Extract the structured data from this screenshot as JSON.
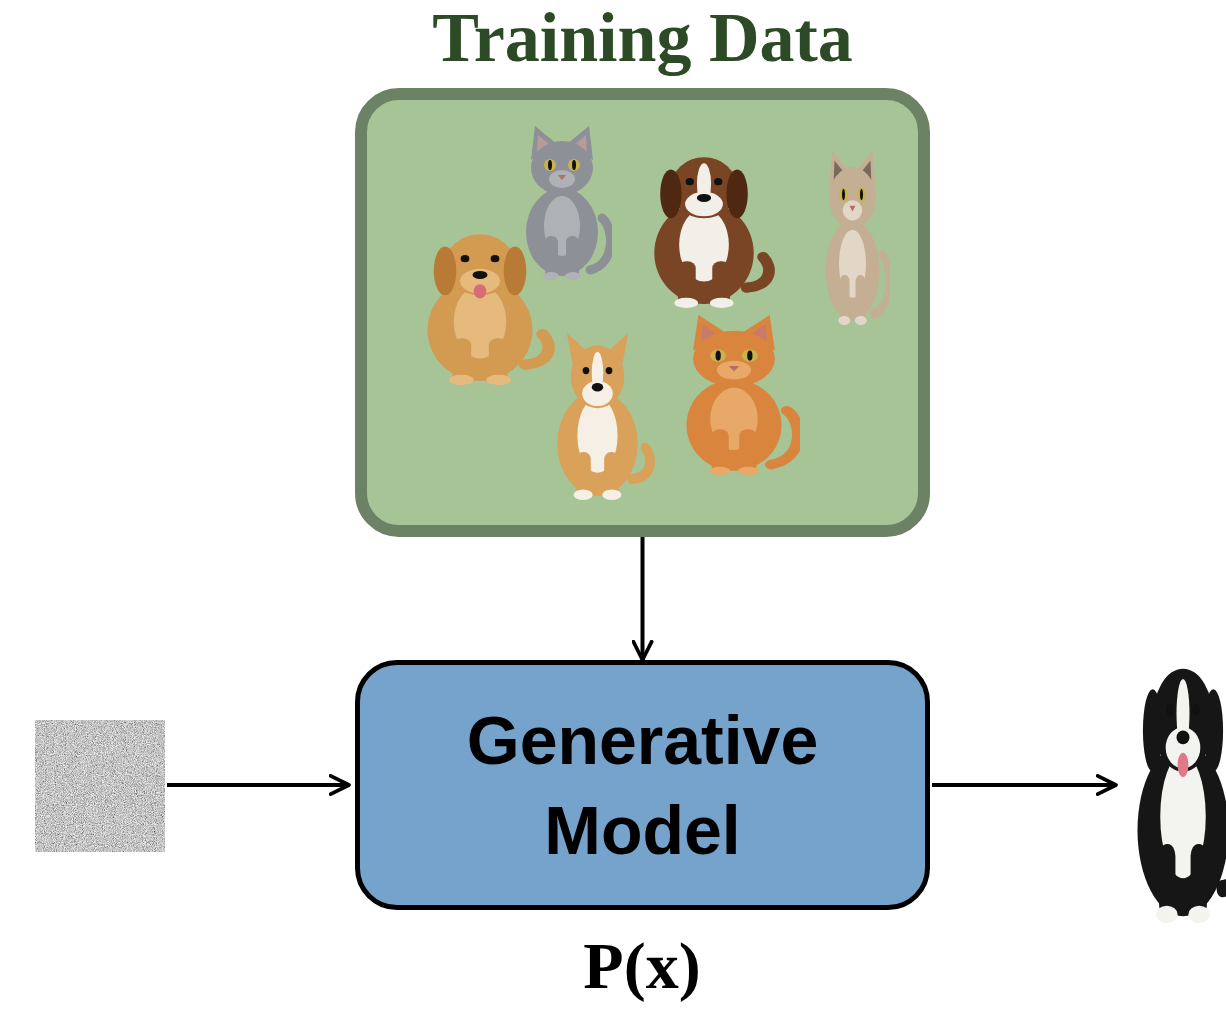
{
  "diagram": {
    "nodes": [
      {
        "text": [
          "Training Data"
        ]
      },
      {
        "text": [
          "Generative Model"
        ]
      }
    ],
    "edges": [
      {
        "from": 0,
        "to": 1,
        "arrow": "to"
      }
    ],
    "labels": [
      "P(x)"
    ]
  }
}
